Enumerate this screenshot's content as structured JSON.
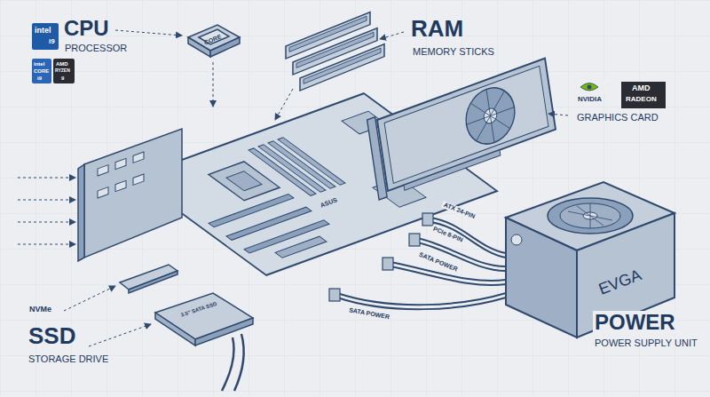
{
  "diagram": {
    "labels": [
      "intel",
      "i9",
      "CPU",
      "PROCESSOR",
      "intel",
      "CORE",
      "i9",
      "AMD",
      "RYZEN",
      "9",
      "CORE",
      "RAM",
      "MEMORY STICKS",
      "NVIDIA",
      "AMD",
      "RADEON",
      "GRAPHICS CARD",
      "ASUS",
      "NVMe",
      "SSD",
      "STORAGE DRIVE",
      "3.5\" SATA SSD",
      "ATX 24-PIN",
      "PCIe 8-PIN",
      "SATA POWER",
      "SATA POWER",
      "EVGA",
      "POWER",
      "POWER SUPPLY UNIT"
    ]
  }
}
